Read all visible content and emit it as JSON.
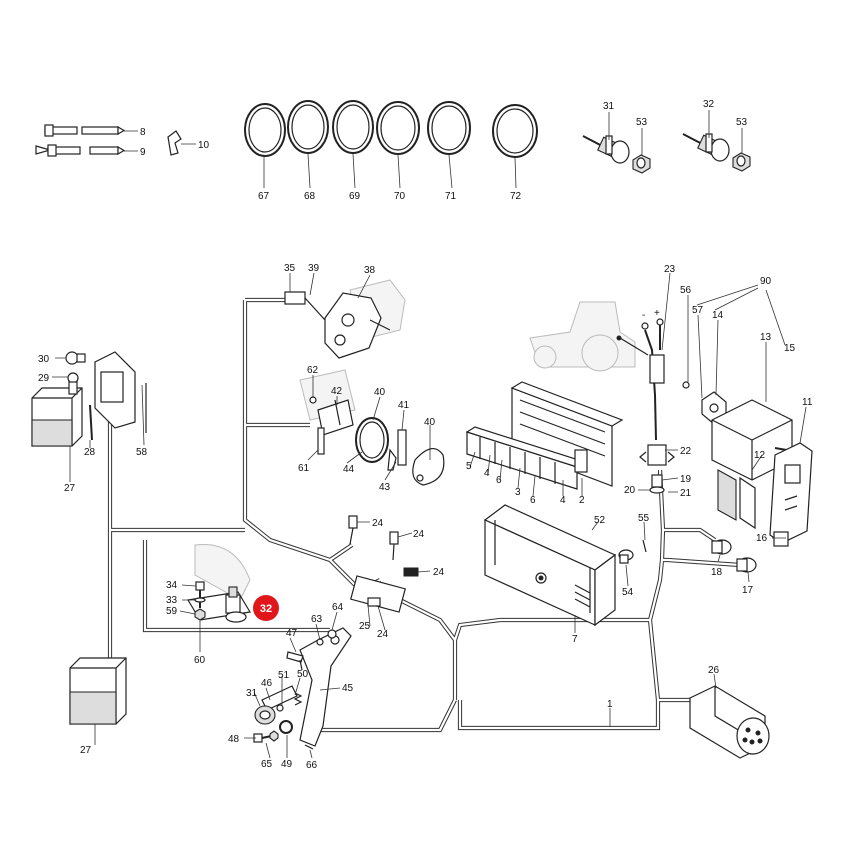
{
  "highlight": {
    "label": "32",
    "color": "#e0161b"
  },
  "callouts": {
    "c1": "1",
    "c2": "2",
    "c3": "3",
    "c4a": "4",
    "c4b": "4",
    "c5": "5",
    "c6a": "6",
    "c6b": "6",
    "c7": "7",
    "c8": "8",
    "c9": "9",
    "c10": "10",
    "c11": "11",
    "c12": "12",
    "c13": "13",
    "c14": "14",
    "c15": "15",
    "c16": "16",
    "c17": "17",
    "c18": "18",
    "c19": "19",
    "c20": "20",
    "c21": "21",
    "c22": "22",
    "c23": "23",
    "c24a": "24",
    "c24b": "24",
    "c24c": "24",
    "c24d": "24",
    "c25": "25",
    "c26": "26",
    "c27a": "27",
    "c27b": "27",
    "c28": "28",
    "c29": "29",
    "c30": "30",
    "c31a": "31",
    "c31b": "31",
    "c32": "32",
    "c33": "33",
    "c34": "34",
    "c35": "35",
    "c38": "38",
    "c39": "39",
    "c40a": "40",
    "c40b": "40",
    "c41": "41",
    "c42": "42",
    "c43": "43",
    "c44": "44",
    "c45": "45",
    "c46": "46",
    "c47": "47",
    "c48": "48",
    "c49": "49",
    "c50": "50",
    "c51": "51",
    "c52": "52",
    "c53a": "53",
    "c53b": "53",
    "c54": "54",
    "c55": "55",
    "c56": "56",
    "c57": "57",
    "c58": "58",
    "c59": "59",
    "c60": "60",
    "c61": "61",
    "c62": "62",
    "c63": "63",
    "c64": "64",
    "c65": "65",
    "c66": "66",
    "c67": "67",
    "c68": "68",
    "c69": "69",
    "c70": "70",
    "c71": "71",
    "c72": "72",
    "c90": "90"
  },
  "polarity": {
    "minus": "-",
    "plus": "+"
  }
}
